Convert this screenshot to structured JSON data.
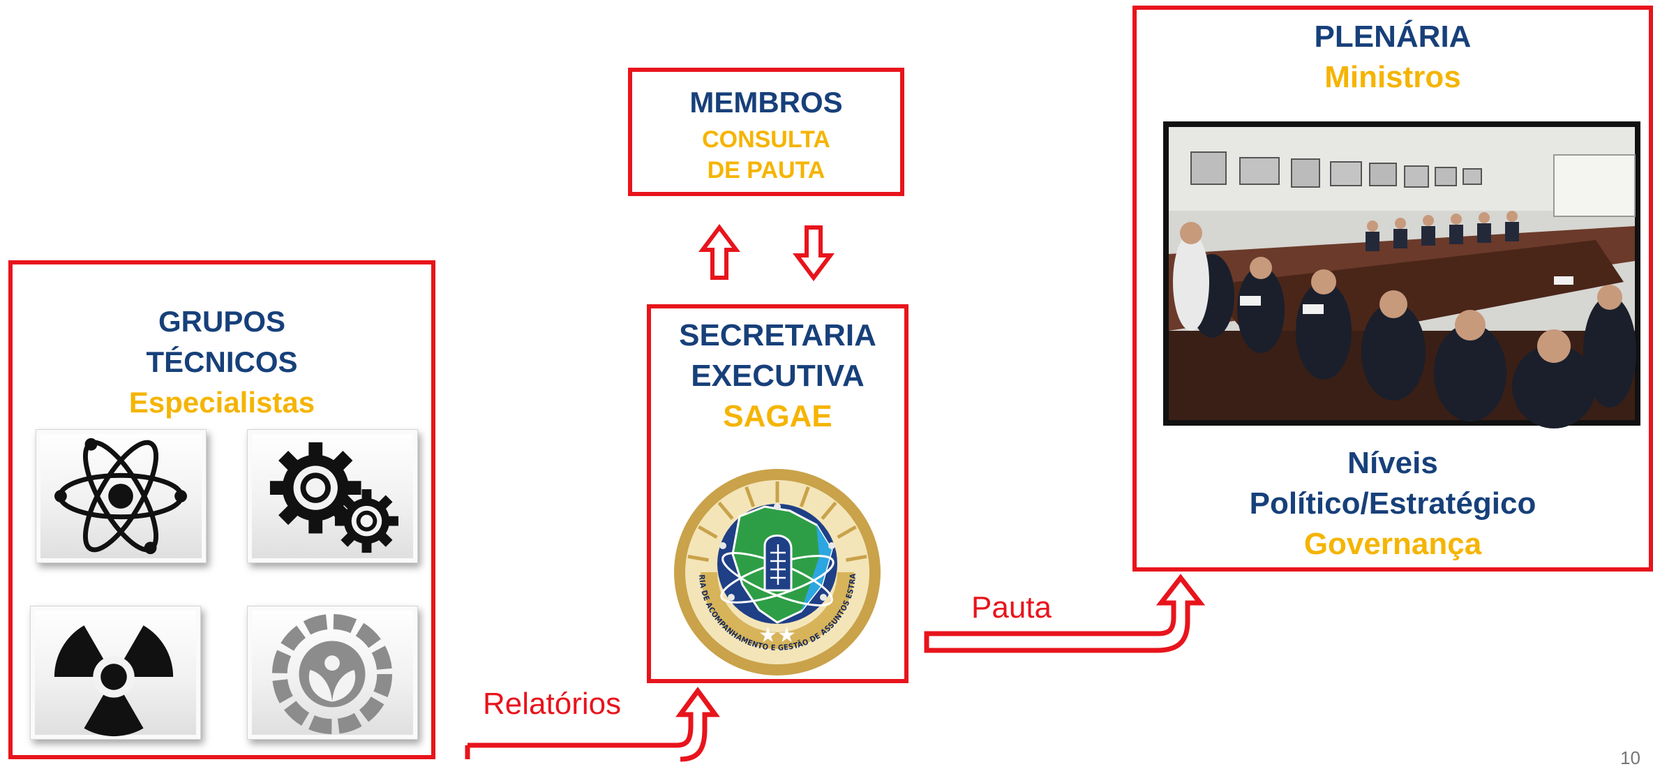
{
  "grupos": {
    "title1": "GRUPOS",
    "title2": "TÉCNICOS",
    "subtitle": "Especialistas",
    "icons": [
      "atom-icon",
      "gears-icon",
      "radiation-icon",
      "irradiation-icon"
    ]
  },
  "membros": {
    "title": "MEMBROS",
    "line1": "CONSULTA",
    "line2": "DE PAUTA"
  },
  "secretaria": {
    "title1": "SECRETARIA",
    "title2": "EXECUTIVA",
    "subtitle": "SAGAE",
    "seal_text": "SECRETARIA DE ACOMPANHAMENTO E GESTÃO DE ASSUNTOS ESTRATÉGICOS"
  },
  "plenaria": {
    "title": "PLENÁRIA",
    "subtitle": "Ministros",
    "line1": "Níveis",
    "line2": "Político/Estratégico",
    "line3": "Governança"
  },
  "flows": {
    "relatorios": "Relatórios",
    "pauta": "Pauta"
  },
  "page_number": "10",
  "colors": {
    "border": "#e8141c",
    "navy": "#17407a",
    "gold": "#f5b400"
  }
}
